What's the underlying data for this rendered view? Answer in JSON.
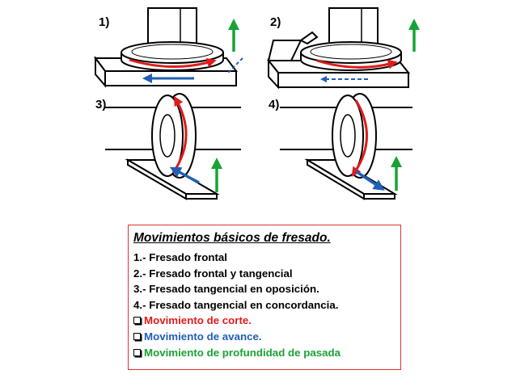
{
  "panels": [
    {
      "number": "1)"
    },
    {
      "number": "2)"
    },
    {
      "number": "3)"
    },
    {
      "number": "4)"
    }
  ],
  "legend": {
    "title": "Movimientos básicos de fresado.",
    "items": [
      {
        "text": "1.- Fresado frontal",
        "color": "#000000",
        "bullet": false
      },
      {
        "text": "2.- Fresado frontal y tangencial",
        "color": "#000000",
        "bullet": false
      },
      {
        "text": "3.- Fresado tangencial en oposición.",
        "color": "#000000",
        "bullet": false
      },
      {
        "text": "4.- Fresado tangencial en concordancia.",
        "color": "#000000",
        "bullet": false
      },
      {
        "text": "Movimiento de corte.",
        "color": "#e01b1b",
        "bullet": true
      },
      {
        "text": "Movimiento de avance.",
        "color": "#1f5fb8",
        "bullet": true
      },
      {
        "text": "Movimiento de profundidad de pasada",
        "color": "#18a335",
        "bullet": true
      }
    ]
  },
  "colors": {
    "cut": "#e01b1b",
    "feed": "#1f5fb8",
    "depth": "#18a335",
    "border": "#e03030"
  }
}
